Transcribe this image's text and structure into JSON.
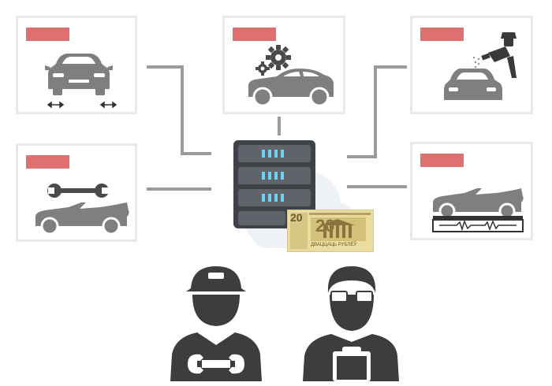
{
  "colors": {
    "tag": "#e07070",
    "icon": "#7f7f7f",
    "icon_dark": "#4a4a4a",
    "connector": "#9a9a9a",
    "card_border": "#e9e9e9",
    "cloud": "#eef1f5",
    "server_body": "#55595f",
    "server_led": "#6fd0f0",
    "note": "#c8b26a",
    "person": "#3d3d3d"
  },
  "cards": [
    {
      "id": "wheel-alignment",
      "icon": "car-front-wheel-alignment-icon"
    },
    {
      "id": "engine-service",
      "icon": "car-gears-icon"
    },
    {
      "id": "paint-spray",
      "icon": "car-spray-gun-icon"
    },
    {
      "id": "convertible-repair",
      "icon": "convertible-wrench-icon"
    },
    {
      "id": "diagnostics",
      "icon": "convertible-diagnostic-stand-icon"
    }
  ],
  "hub": {
    "server_icon": "server-rack-icon",
    "cloud_icon": "cloud-icon"
  },
  "banknote": {
    "icon": "banknote-icon",
    "denomination": "20",
    "text": "ДВАЦЦАЦЬ РУБЛЁЎ"
  },
  "people": [
    {
      "role": "mechanic",
      "icon": "mechanic-with-wrench-icon"
    },
    {
      "role": "manager",
      "icon": "manager-with-clipboard-icon"
    }
  ]
}
